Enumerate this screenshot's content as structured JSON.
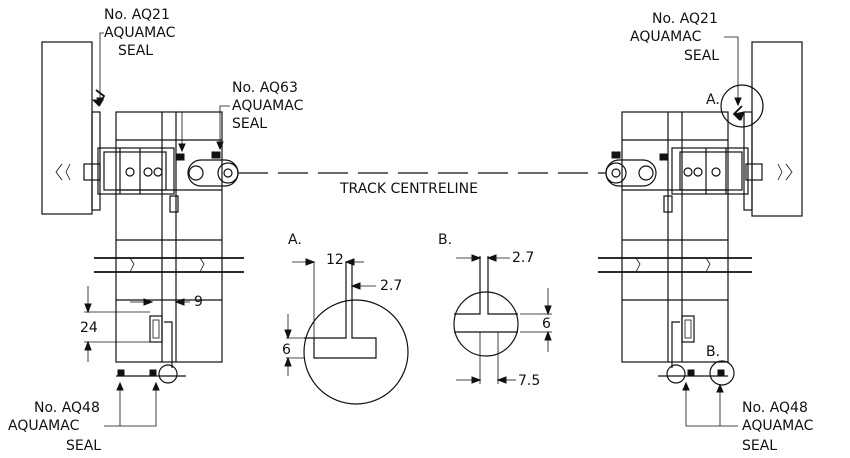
{
  "callouts": {
    "left_top": [
      "No. AQ21",
      "AQUAMAC",
      "SEAL"
    ],
    "left_mid": [
      "No. AQ63",
      "AQUAMAC",
      "SEAL"
    ],
    "right_top": [
      "No. AQ21",
      "AQUAMAC",
      "SEAL"
    ],
    "left_bottom": [
      "No. AQ48",
      "AQUAMAC",
      "SEAL"
    ],
    "right_bottom": [
      "No. AQ48",
      "AQUAMAC",
      "SEAL"
    ]
  },
  "centerline_label": "TRACK CENTRELINE",
  "detail_markers": {
    "a": "A.",
    "b": "B."
  },
  "detail_a": {
    "label": "A.",
    "dim_width": "12",
    "dim_gap": "2.7",
    "dim_depth": "6"
  },
  "detail_b": {
    "label": "B.",
    "dim_gap": "2.7",
    "dim_depth": "6",
    "dim_offset": "7.5"
  },
  "left_dims": {
    "height": "24",
    "offset": "9"
  }
}
